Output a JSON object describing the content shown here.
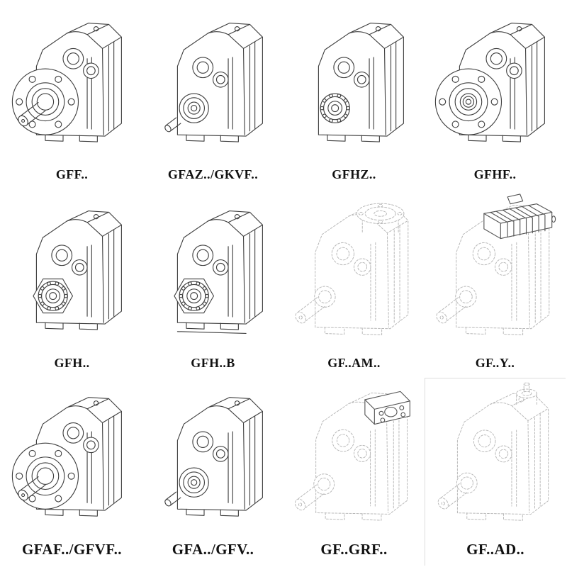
{
  "colors": {
    "background": "#ffffff",
    "line": "#3f3f3f",
    "dashed_line": "#b8b8b8",
    "attachment_line": "#555555",
    "text": "#111111"
  },
  "catalog": {
    "rows": 3,
    "columns": 4,
    "items": [
      {
        "label": "GFF..",
        "icon": "gearbox-output-flange-solid-shaft-icon",
        "line_style": "solid"
      },
      {
        "label": "GFAZ../GKVF..",
        "icon": "gearbox-hollow-shaft-icon",
        "line_style": "solid"
      },
      {
        "label": "GFHZ..",
        "icon": "gearbox-hollow-shaft-bearing-icon",
        "line_style": "solid"
      },
      {
        "label": "GFHF..",
        "icon": "gearbox-flange-hollow-shaft-icon",
        "line_style": "solid"
      },
      {
        "label": "GFH..",
        "icon": "gearbox-shaft-mounted-icon",
        "line_style": "solid"
      },
      {
        "label": "GFH..B",
        "icon": "gearbox-shaft-mounted-b-icon",
        "line_style": "solid"
      },
      {
        "label": "GF..AM..",
        "icon": "gearbox-motor-adapter-flange-icon",
        "line_style": "dashed"
      },
      {
        "label": "GF..Y..",
        "icon": "gearbox-with-motor-icon",
        "line_style": "dashed"
      },
      {
        "label": "GFAF../GFVF..",
        "icon": "gearbox-output-flange-solid-shaft-icon",
        "line_style": "solid"
      },
      {
        "label": "GFA../GFV..",
        "icon": "gearbox-foot-mounted-icon",
        "line_style": "solid"
      },
      {
        "label": "GF..GRF..",
        "icon": "gearbox-input-flange-plate-icon",
        "line_style": "dashed"
      },
      {
        "label": "GF..AD..",
        "icon": "gearbox-input-adapter-icon",
        "line_style": "dashed"
      }
    ]
  }
}
